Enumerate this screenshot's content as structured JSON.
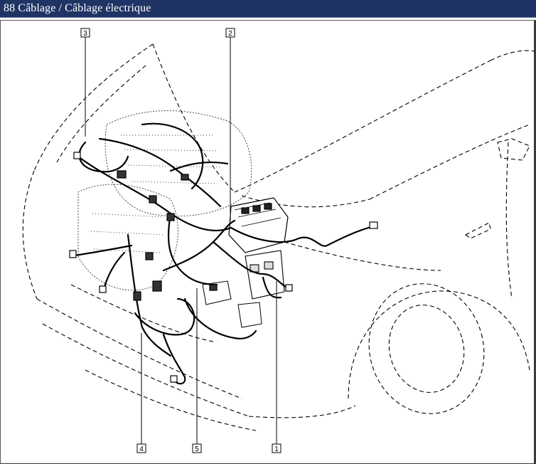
{
  "window": {
    "title": "88 Câblage / Câblage électrique"
  },
  "diagram": {
    "callouts": [
      {
        "id": "c3",
        "label": "3"
      },
      {
        "id": "c2",
        "label": "2"
      },
      {
        "id": "c4",
        "label": "4"
      },
      {
        "id": "c5",
        "label": "5"
      },
      {
        "id": "c1",
        "label": "1"
      }
    ]
  },
  "colors": {
    "title_bar": "#1f3364",
    "title_text": "#ffffff",
    "line": "#000000"
  }
}
